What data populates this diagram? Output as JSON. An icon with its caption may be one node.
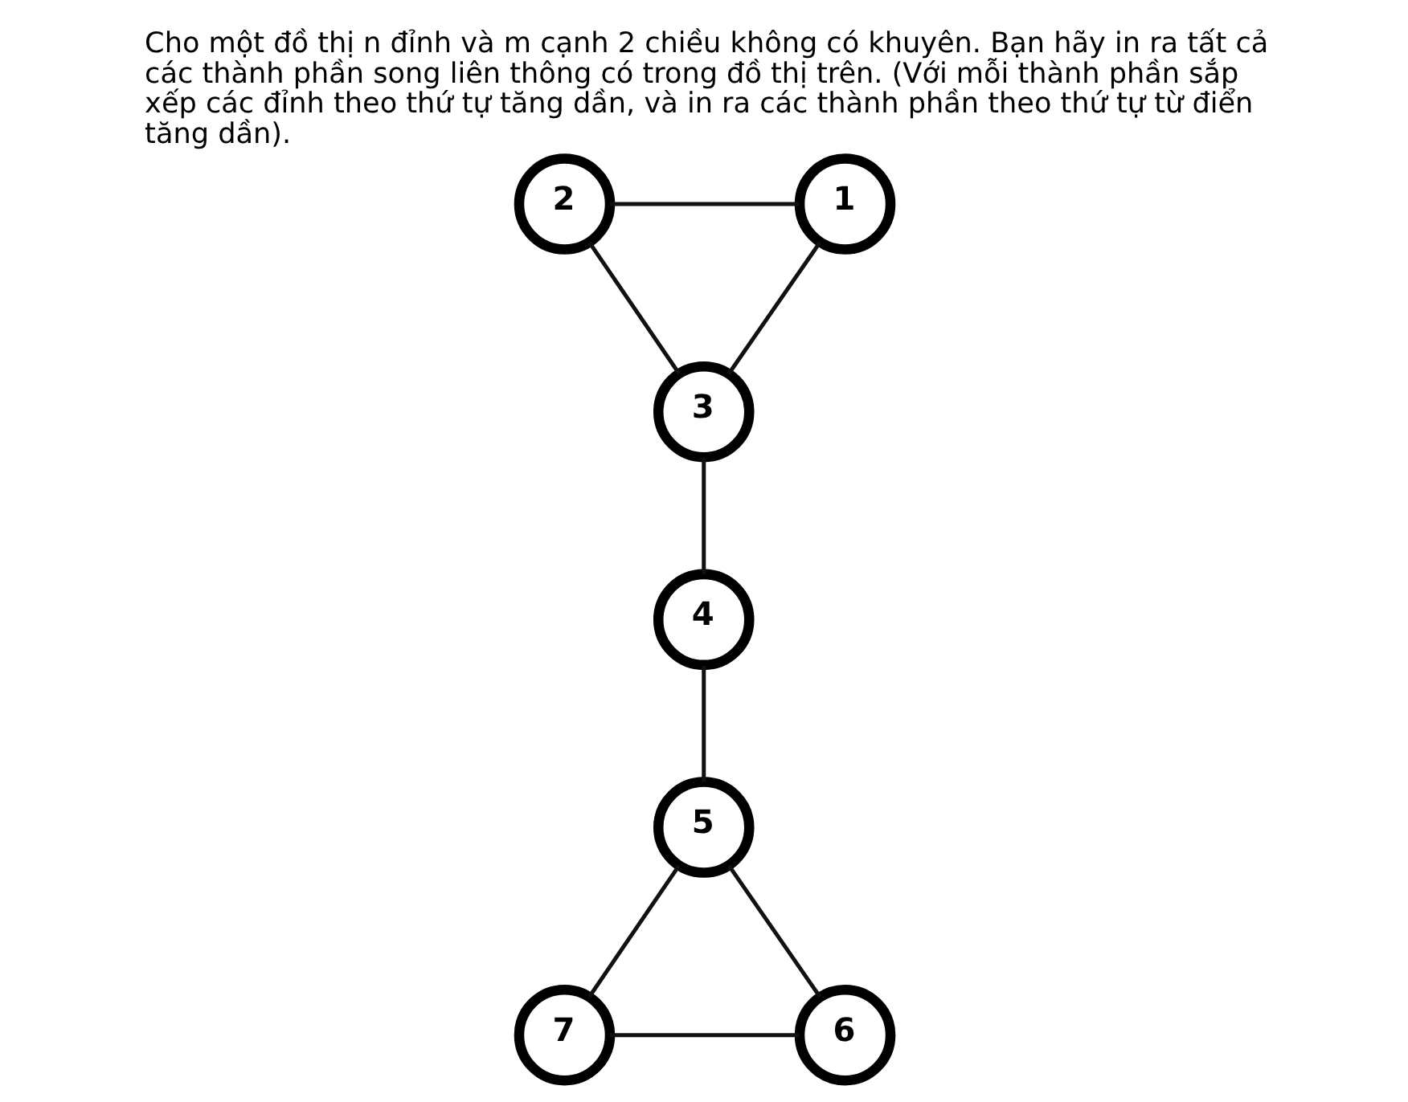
{
  "diagram": {
    "title": "Cho một đồ thị n đỉnh và m cạnh 2 chiều không có khuyên. Bạn hãy in ra tất cả các thành phần song liên thông có trong đồ thị trên. (Với mỗi thành phần sắp xếp các đỉnh theo thứ tự tăng dần, và in ra các thành phần theo thứ tự từ điển tăng dần).",
    "nodes": [
      {
        "text": [
          "2"
        ]
      },
      {
        "text": [
          "1"
        ]
      },
      {
        "text": [
          "3"
        ]
      },
      {
        "text": [
          "4"
        ]
      },
      {
        "text": [
          "5"
        ]
      },
      {
        "text": [
          "6"
        ]
      },
      {
        "text": [
          "7"
        ]
      }
    ],
    "edges": [
      {
        "from": 0,
        "to": 1,
        "arrow": "none"
      },
      {
        "from": 0,
        "to": 2,
        "arrow": "none"
      },
      {
        "from": 1,
        "to": 2,
        "arrow": "none"
      },
      {
        "from": 2,
        "to": 3,
        "arrow": "none"
      },
      {
        "from": 3,
        "to": 4,
        "arrow": "none"
      },
      {
        "from": 4,
        "to": 6,
        "arrow": "none"
      },
      {
        "from": 4,
        "to": 5,
        "arrow": "none"
      },
      {
        "from": 6,
        "to": 5,
        "arrow": "none"
      }
    ]
  }
}
